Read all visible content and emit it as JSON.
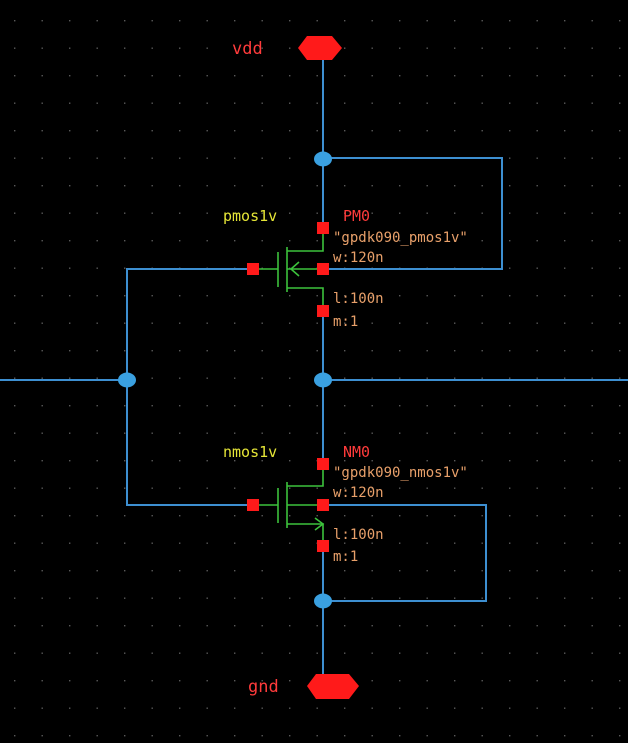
{
  "colors": {
    "background": "#000000",
    "grid": "#5a5a5a",
    "wire": "#3d8fd1",
    "junction": "#3aa0e0",
    "device": "#3cc23c",
    "pin": "#ff1a1a",
    "pin_label": "#ff3b3b",
    "model_label": "#e6e637",
    "inst_label": "#ff3b3b",
    "prop_label": "#e8a06a"
  },
  "pins": {
    "vdd": {
      "label": "vdd",
      "icon": "hexagon-pin-icon"
    },
    "gnd": {
      "label": "gnd",
      "icon": "hexagon-pin-icon"
    }
  },
  "pmos": {
    "model": "pmos1v",
    "instance": "PM0",
    "cell": "\"gpdk090_pmos1v\"",
    "width": "w:120n",
    "length": "l:100n",
    "multiplier": "m:1",
    "icon": "pmos-transistor-icon"
  },
  "nmos": {
    "model": "nmos1v",
    "instance": "NM0",
    "cell": "\"gpdk090_nmos1v\"",
    "width": "w:120n",
    "length": "l:100n",
    "multiplier": "m:1",
    "icon": "nmos-transistor-icon"
  }
}
